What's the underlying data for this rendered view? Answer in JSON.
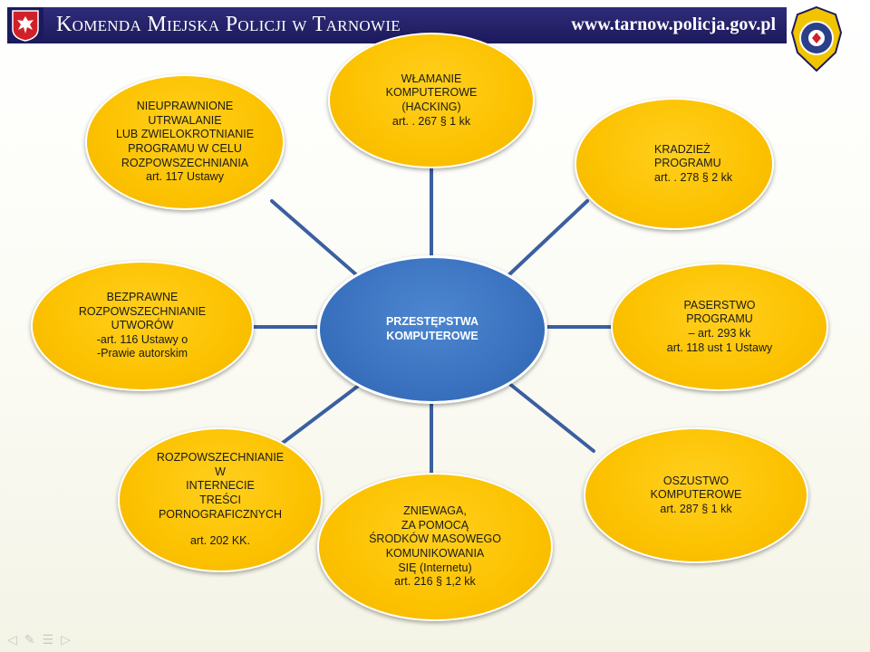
{
  "header": {
    "title": "Komenda Miejska Policji w Tarnowie",
    "url": "www.tarnow.policja.gov.pl"
  },
  "diagram": {
    "center": [
      "PRZESTĘPSTWA",
      "KOMPUTEROWE"
    ],
    "nodes": {
      "top_left": [
        "NIEUPRAWNIONE",
        "UTRWALANIE",
        "LUB ZWIELOKROTNIANIE",
        "PROGRAMU W CELU",
        "ROZPOWSZECHNIANIA",
        "art. 117 Ustawy"
      ],
      "top": [
        "WŁAMANIE",
        "KOMPUTEROWE",
        "(HACKING)",
        "art. . 267 § 1 kk"
      ],
      "top_right": [
        "KRADZIEŻ",
        "PROGRAMU",
        "art. . 278 § 2 kk"
      ],
      "left": [
        "BEZPRAWNE",
        "ROZPOWSZECHNIANIE",
        "UTWORÓW",
        "-art. 116 Ustawy o",
        "-Prawie autorskim"
      ],
      "right": [
        "PASERSTWO",
        "PROGRAMU",
        "– art. 293  kk",
        "art. 118 ust 1 Ustawy"
      ],
      "bottom_left": [
        "ROZPOWSZECHNIANIE",
        "W",
        "INTERNECIE",
        "TREŚCI",
        "PORNOGRAFICZNYCH",
        "art. 202 KK."
      ],
      "bottom": [
        "ZNIEWAGA,",
        "ZA POMOCĄ",
        "ŚRODKÓW MASOWEGO",
        "KOMUNIKOWANIA",
        "SIĘ (Internetu)",
        "art. 216 § 1,2 kk"
      ],
      "bottom_right": [
        "OSZUSTWO",
        "KOMPUTEROWE",
        "art. 287 § 1 kk"
      ]
    }
  },
  "colors": {
    "node_fill": "#fcc200",
    "center_fill": "#3a72c0",
    "connector": "#3b5fa0",
    "header_band": "#231f68"
  },
  "icons": [
    "eagle-emblem-icon",
    "police-badge-icon",
    "nav-back-icon",
    "nav-pen-icon",
    "nav-menu-icon",
    "nav-forward-icon"
  ]
}
